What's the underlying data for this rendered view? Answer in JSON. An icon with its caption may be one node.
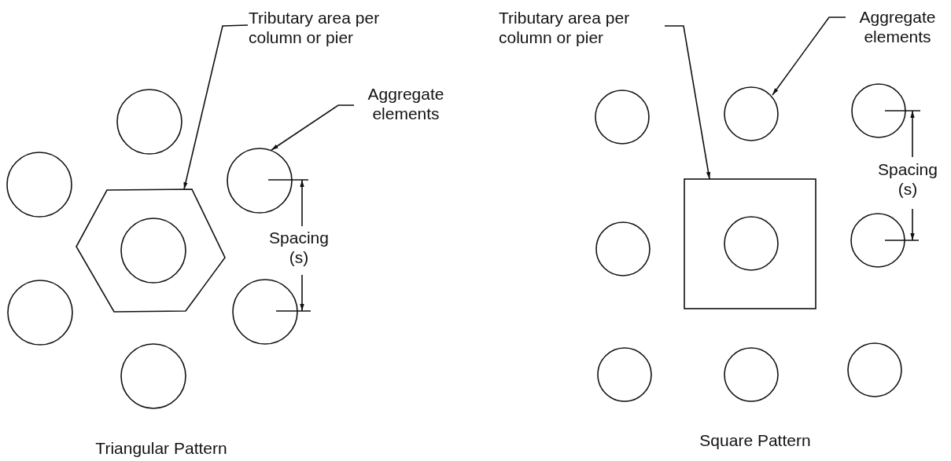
{
  "diagram": {
    "nodes": [
      {
        "text": [
          "Tributary area per column or pier"
        ]
      },
      {
        "text": [],
        "shape": "hexagon"
      },
      {
        "text": [],
        "shape": "circle",
        "in": 1
      },
      {
        "text": [
          "Aggregate elements"
        ]
      },
      {
        "text": [],
        "shape": "circle"
      },
      {
        "text": [],
        "shape": "circle"
      },
      {
        "text": [],
        "shape": "circle"
      },
      {
        "text": [],
        "shape": "circle"
      },
      {
        "text": [],
        "shape": "circle"
      },
      {
        "text": [],
        "shape": "circle"
      },
      {
        "text": [
          "Tributary area per column or pier"
        ]
      },
      {
        "text": [
          "Aggregate elements"
        ]
      },
      {
        "text": [],
        "shape": "circle"
      },
      {
        "text": [],
        "shape": "circle"
      },
      {
        "text": [],
        "shape": "circle"
      },
      {
        "text": [],
        "shape": "circle"
      },
      {
        "text": [],
        "shape": "box"
      },
      {
        "text": [],
        "shape": "circle",
        "in": 16
      },
      {
        "text": [],
        "shape": "circle"
      },
      {
        "text": [],
        "shape": "circle"
      },
      {
        "text": [],
        "shape": "circle"
      },
      {
        "text": [],
        "shape": "circle"
      }
    ],
    "edges": [
      {
        "from": 0,
        "to": 1,
        "arrow": "to"
      },
      {
        "from": 3,
        "to": 6,
        "arrow": "to"
      },
      {
        "from": 10,
        "to": 16,
        "arrow": "to"
      },
      {
        "from": 11,
        "to": 13,
        "arrow": "to"
      }
    ],
    "labels": [
      "Spacing (s)",
      "Triangular Pattern",
      "Spacing (s)",
      "Square Pattern"
    ]
  }
}
